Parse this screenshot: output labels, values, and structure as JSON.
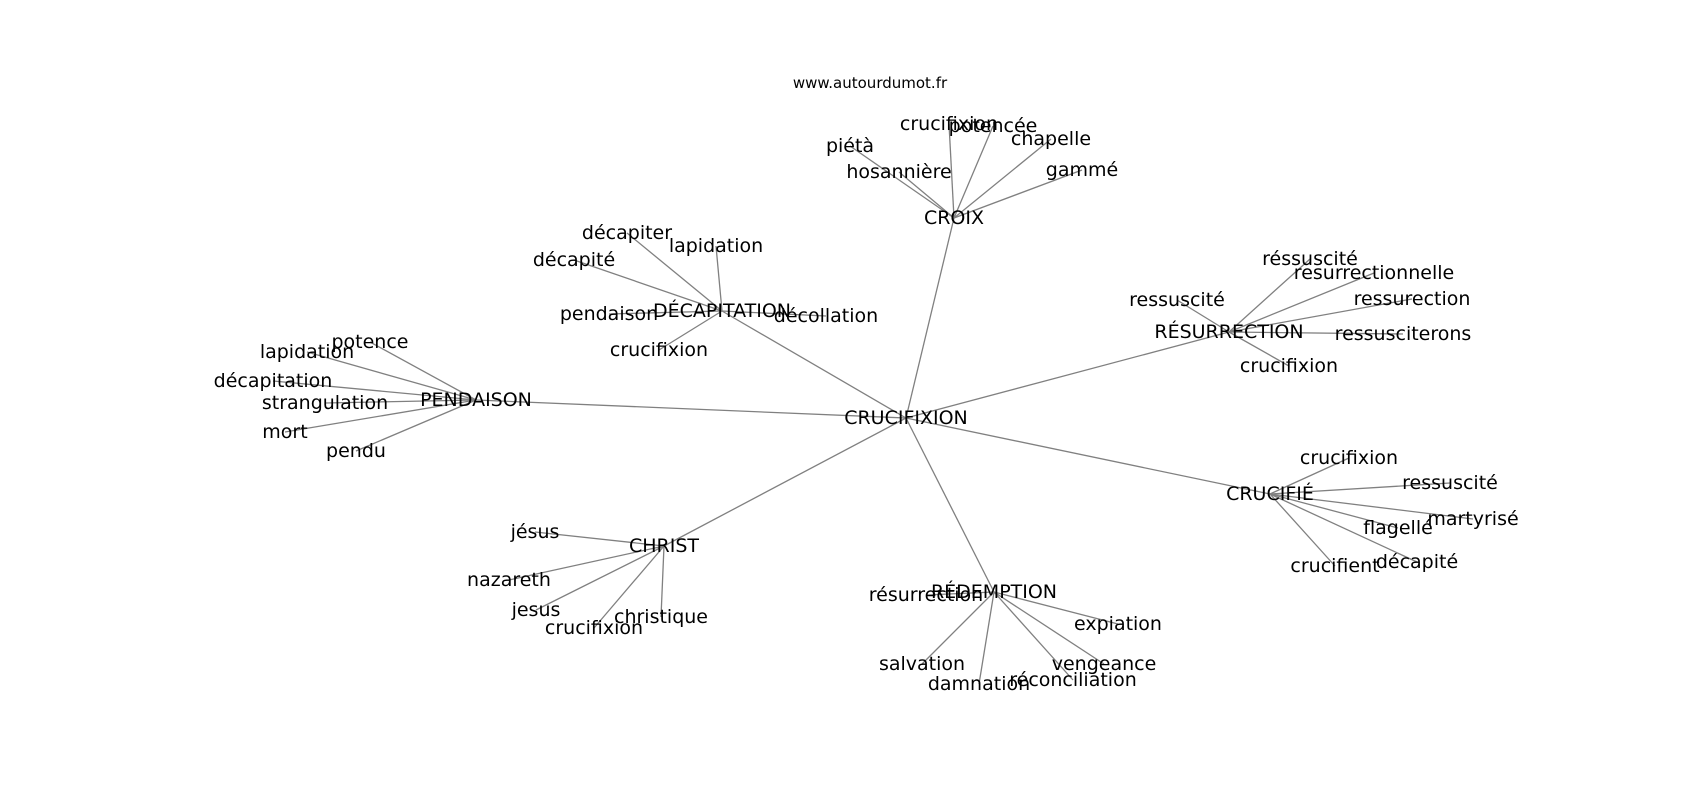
{
  "source": "www.autourdumot.fr",
  "colors": {
    "edge": "#808080",
    "text": "#000000",
    "background": "#ffffff"
  },
  "root": "CRUCIFIXION",
  "hubs": [
    {
      "label": "CROIX",
      "leaves": [
        "piétà",
        "crucifixion",
        "potencée",
        "chapelle",
        "hosannière",
        "gammé"
      ]
    },
    {
      "label": "DÉCAPITATION",
      "leaves": [
        "décapiter",
        "lapidation",
        "décapité",
        "pendaison",
        "décollation",
        "crucifixion"
      ]
    },
    {
      "label": "PENDAISON",
      "leaves": [
        "potence",
        "lapidation",
        "décapitation",
        "strangulation",
        "mort",
        "pendu"
      ]
    },
    {
      "label": "CHRIST",
      "leaves": [
        "jésus",
        "nazareth",
        "jesus",
        "crucifixion",
        "christique"
      ]
    },
    {
      "label": "RÉDEMPTION",
      "leaves": [
        "résurrection",
        "expiation",
        "salvation",
        "vengeance",
        "damnation",
        "réconciliation"
      ]
    },
    {
      "label": "CRUCIFIÉ",
      "leaves": [
        "crucifixion",
        "ressuscité",
        "martyrisé",
        "flagellé",
        "décapité",
        "crucifient"
      ]
    },
    {
      "label": "RÉSURRECTION",
      "leaves": [
        "réssuscité",
        "resurrectionnelle",
        "ressuscité",
        "ressurection",
        "ressusciterons",
        "crucifixion"
      ]
    }
  ]
}
